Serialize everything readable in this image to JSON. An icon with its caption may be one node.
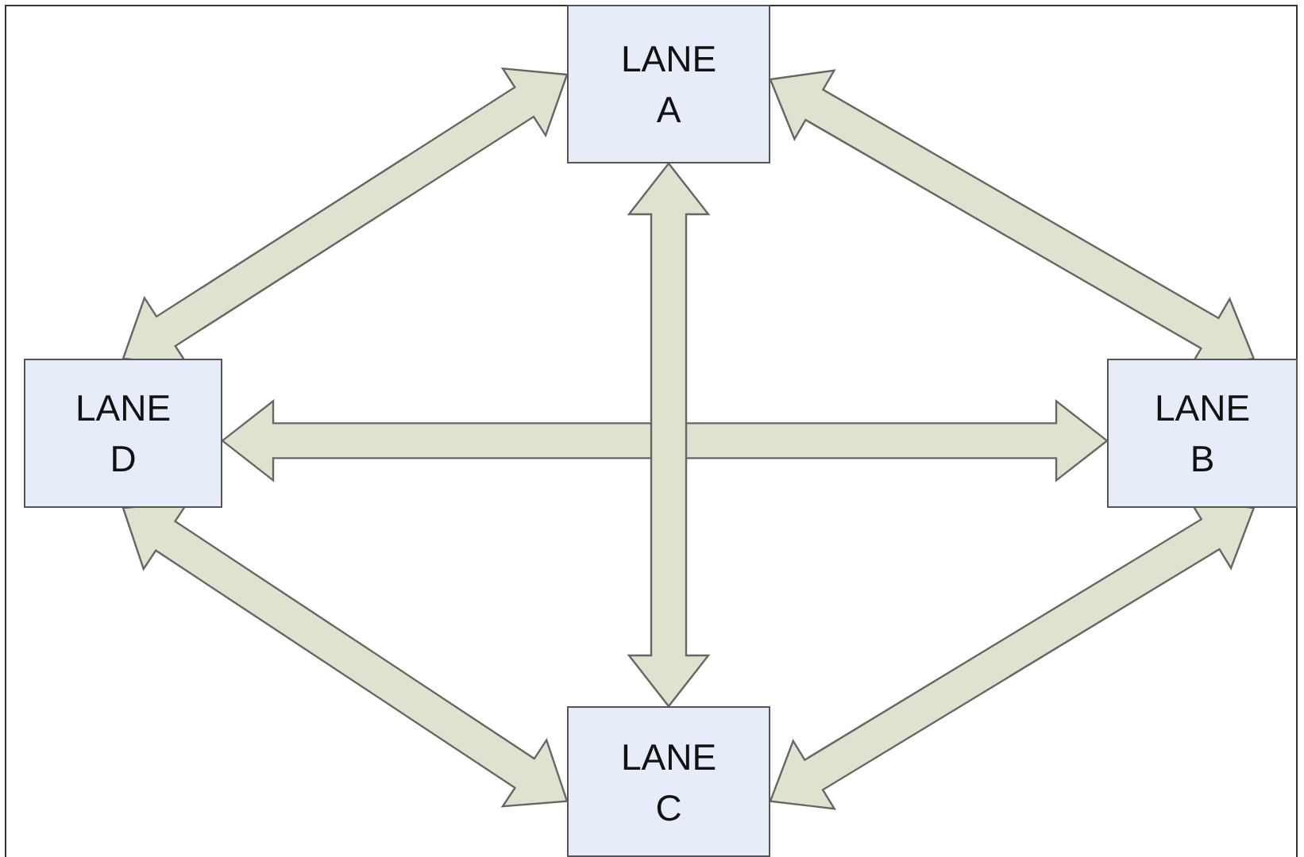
{
  "diagram": {
    "nodes": [
      {
        "text": [
          "LANE A"
        ]
      },
      {
        "text": [
          "LANE D"
        ]
      },
      {
        "text": [
          "LANE B"
        ]
      },
      {
        "text": [
          "LANE C"
        ]
      }
    ],
    "edges": [
      {
        "from": 0,
        "to": 1,
        "arrow": "both"
      },
      {
        "from": 0,
        "to": 2,
        "arrow": "both"
      },
      {
        "from": 1,
        "to": 2,
        "arrow": "both"
      },
      {
        "from": 0,
        "to": 3,
        "arrow": "both"
      },
      {
        "from": 1,
        "to": 3,
        "arrow": "both"
      },
      {
        "from": 2,
        "to": 3,
        "arrow": "both"
      }
    ]
  }
}
